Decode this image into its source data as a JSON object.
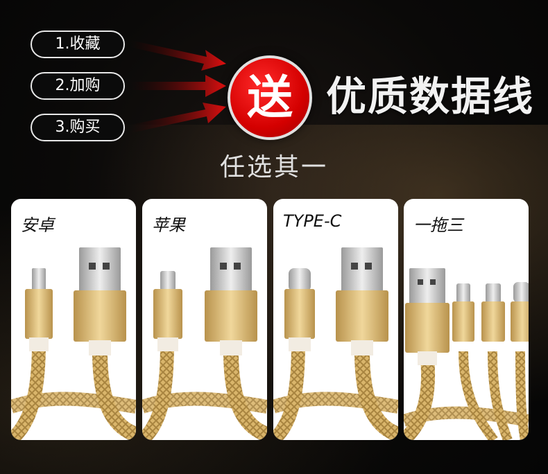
{
  "steps": [
    "1.收藏",
    "2.加购",
    "3.购买"
  ],
  "badge": "送",
  "headline": "优质数据线",
  "subtitle": "任选其一",
  "cards": [
    {
      "label": "安卓"
    },
    {
      "label": "苹果"
    },
    {
      "label": "TYPE-C"
    },
    {
      "label": "一拖三"
    }
  ],
  "colors": {
    "accent_red": "#d40000",
    "gold": "#d9b56b",
    "background": "#0a0908"
  }
}
